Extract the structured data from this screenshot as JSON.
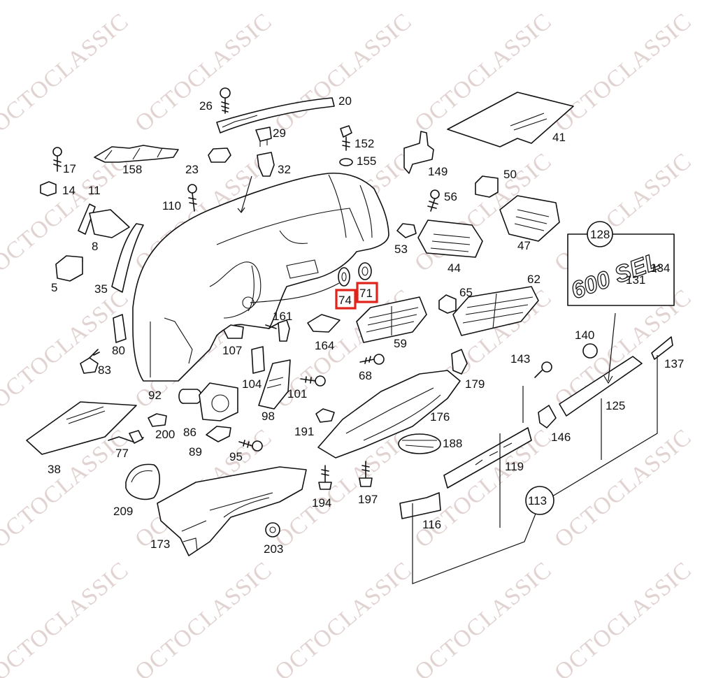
{
  "watermark": "OCTOCLASSIC",
  "highlight_color": "#e0231b",
  "emblem_text": "600 SEL",
  "labels": {
    "l5": "5",
    "l8": "8",
    "l11": "11",
    "l14": "14",
    "l17": "17",
    "l20": "20",
    "l23": "23",
    "l26": "26",
    "l29": "29",
    "l32": "32",
    "l35": "35",
    "l38": "38",
    "l41": "41",
    "l44": "44",
    "l47": "47",
    "l50": "50",
    "l53": "53",
    "l56": "56",
    "l59": "59",
    "l62": "62",
    "l65": "65",
    "l68": "68",
    "l71": "71",
    "l74": "74",
    "l77": "77",
    "l80": "80",
    "l83": "83",
    "l86": "86",
    "l89": "89",
    "l92": "92",
    "l95": "95",
    "l98": "98",
    "l101": "101",
    "l104": "104",
    "l107": "107",
    "l110": "110",
    "l113": "113",
    "l116": "116",
    "l119": "119",
    "l125": "125",
    "l128": "128",
    "l131": "131",
    "l134": "134",
    "l137": "137",
    "l140": "140",
    "l143": "143",
    "l146": "146",
    "l149": "149",
    "l152": "152",
    "l155": "155",
    "l158": "158",
    "l161": "161",
    "l164": "164",
    "l173": "173",
    "l176": "176",
    "l179": "179",
    "l188": "188",
    "l191": "191",
    "l194": "194",
    "l197": "197",
    "l200": "200",
    "l203": "203",
    "l209": "209"
  }
}
